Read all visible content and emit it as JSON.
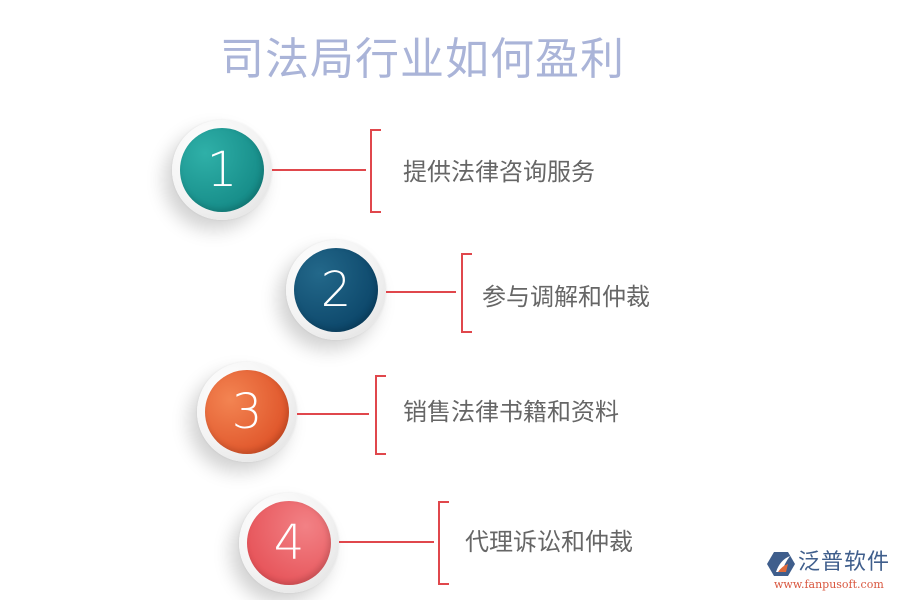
{
  "title": "司法局行业如何盈利",
  "items": [
    {
      "number": "1",
      "label": "提供法律咨询服务",
      "color_start": "#2aa39c",
      "color_end": "#0d7f7d"
    },
    {
      "number": "2",
      "label": "参与调解和仲裁",
      "color_start": "#1e5f7f",
      "color_end": "#053c60"
    },
    {
      "number": "3",
      "label": "销售法律书籍和资料",
      "color_start": "#f27a45",
      "color_end": "#d9461d"
    },
    {
      "number": "4",
      "label": "代理诉讼和仲裁",
      "color_start": "#f07a7d",
      "color_end": "#e3474d"
    }
  ],
  "accent_color": "#e0474c",
  "logo": {
    "name": "泛普软件",
    "url": "www.fanpusoft.com"
  }
}
